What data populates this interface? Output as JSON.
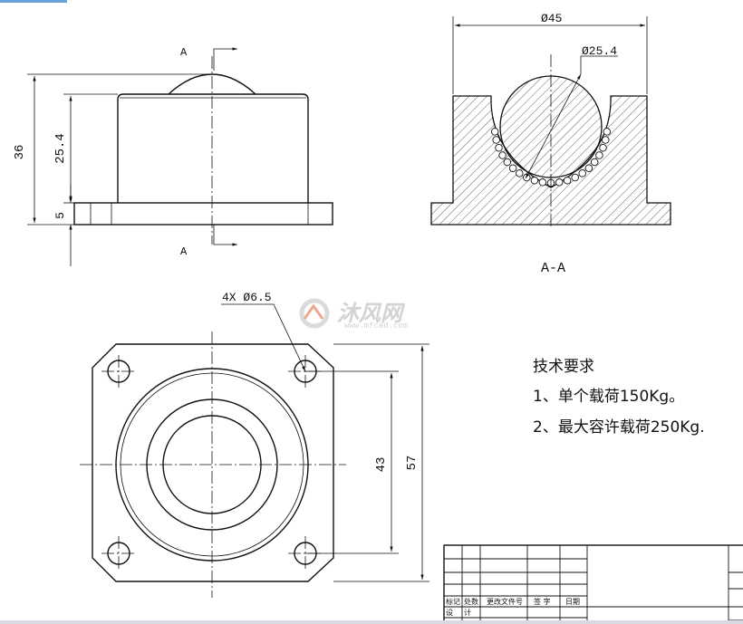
{
  "front_view": {
    "section_label_top": "A",
    "section_label_bottom": "A",
    "dim_total_height": "36",
    "dim_body_height": "25.4",
    "dim_base_height": "5"
  },
  "section_view": {
    "dim_outer_diameter": "Ø45",
    "dim_ball_diameter": "Ø25.4",
    "caption": "A-A"
  },
  "top_view": {
    "dim_holes": "4X Ø6.5",
    "dim_hole_spacing": "43",
    "dim_overall_width": "57"
  },
  "tech_requirements": {
    "title": "技术要求",
    "items": [
      "1、单个载荷150Kg。",
      "2、最大容许载荷250Kg."
    ]
  },
  "title_block": {
    "headers": [
      "标记",
      "处数",
      "更改文件号",
      "签 字",
      "日期"
    ],
    "row2": [
      "设",
      "计"
    ]
  },
  "watermark": {
    "brand": "沐风网",
    "url": "www.mfcad.com"
  }
}
